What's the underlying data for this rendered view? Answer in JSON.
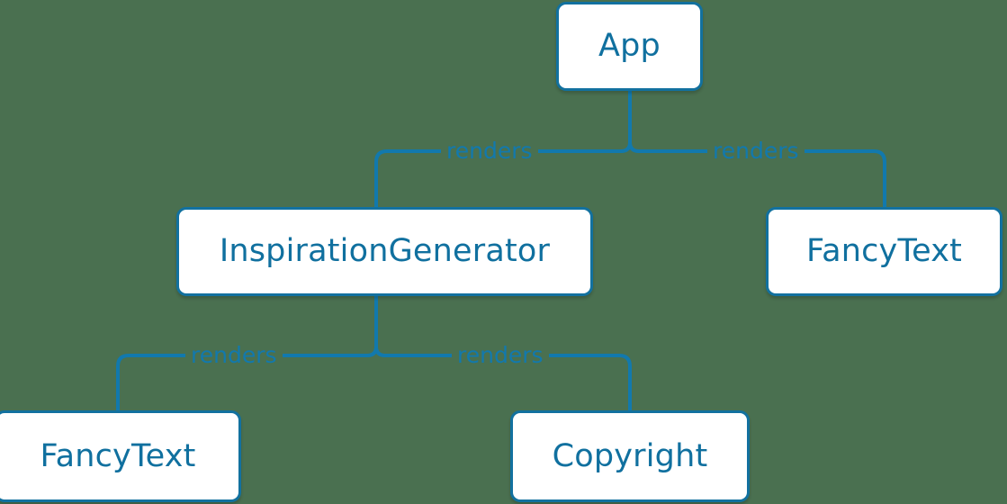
{
  "diagram": {
    "type": "component-tree",
    "background_color": "#4a7050",
    "node_fill_color": "#ffffff",
    "node_border_color": "#12719f",
    "node_text_color": "#10709f",
    "edge_color": "#1279ad",
    "edge_label_color": "#1279ad",
    "nodes": [
      {
        "id": "app",
        "label": "App"
      },
      {
        "id": "inspgen",
        "label": "InspirationGenerator"
      },
      {
        "id": "fancy_top",
        "label": "FancyText"
      },
      {
        "id": "fancy_bot",
        "label": "FancyText"
      },
      {
        "id": "copyright",
        "label": "Copyright"
      }
    ],
    "edges": [
      {
        "from": "app",
        "to": "inspgen",
        "label": "renders"
      },
      {
        "from": "app",
        "to": "fancy_top",
        "label": "renders"
      },
      {
        "from": "inspgen",
        "to": "fancy_bot",
        "label": "renders"
      },
      {
        "from": "inspgen",
        "to": "copyright",
        "label": "renders"
      }
    ]
  }
}
